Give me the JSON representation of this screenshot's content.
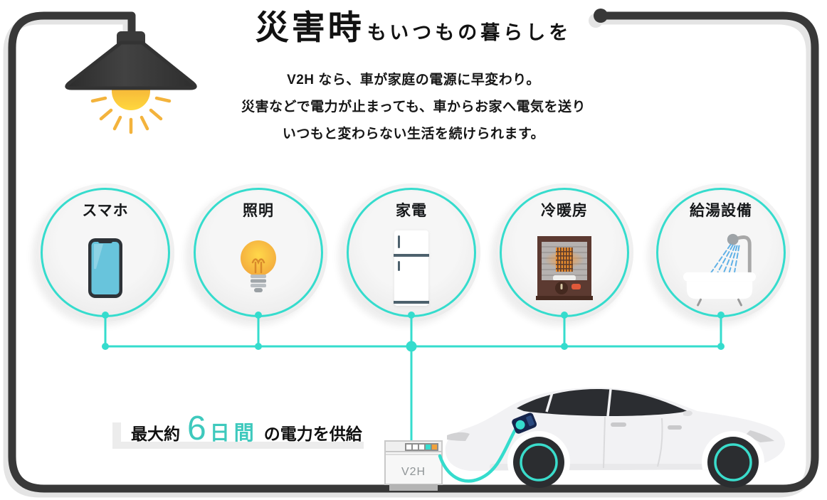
{
  "title": {
    "main": "災害時",
    "sub": "もいつもの暮らしを"
  },
  "description": {
    "lines": [
      "V2H なら、車が家庭の電源に早変わり。",
      "災害などで電力が止まっても、車からお家へ電気を送り",
      "いつもと変わらない生活を続けられます。"
    ]
  },
  "appliances": {
    "items": [
      {
        "label": "スマホ",
        "icon": "smartphone-icon"
      },
      {
        "label": "照明",
        "icon": "lightbulb-icon"
      },
      {
        "label": "家電",
        "icon": "refrigerator-icon"
      },
      {
        "label": "冷暖房",
        "icon": "heater-icon"
      },
      {
        "label": "給湯設備",
        "icon": "bathtub-shower-icon"
      }
    ]
  },
  "supply_badge": {
    "prefix": "最大約",
    "number": "6",
    "unit": "日間",
    "suffix": "の電力を供給"
  },
  "v2h_unit": {
    "label": "V2H"
  },
  "colors": {
    "accent_teal": "#35DCCD",
    "badge_teal": "#3EC9BD",
    "frame_dark": "#383838",
    "indicator_orange": "#F0A23C",
    "bulb_yellow": "#FFD43B"
  }
}
